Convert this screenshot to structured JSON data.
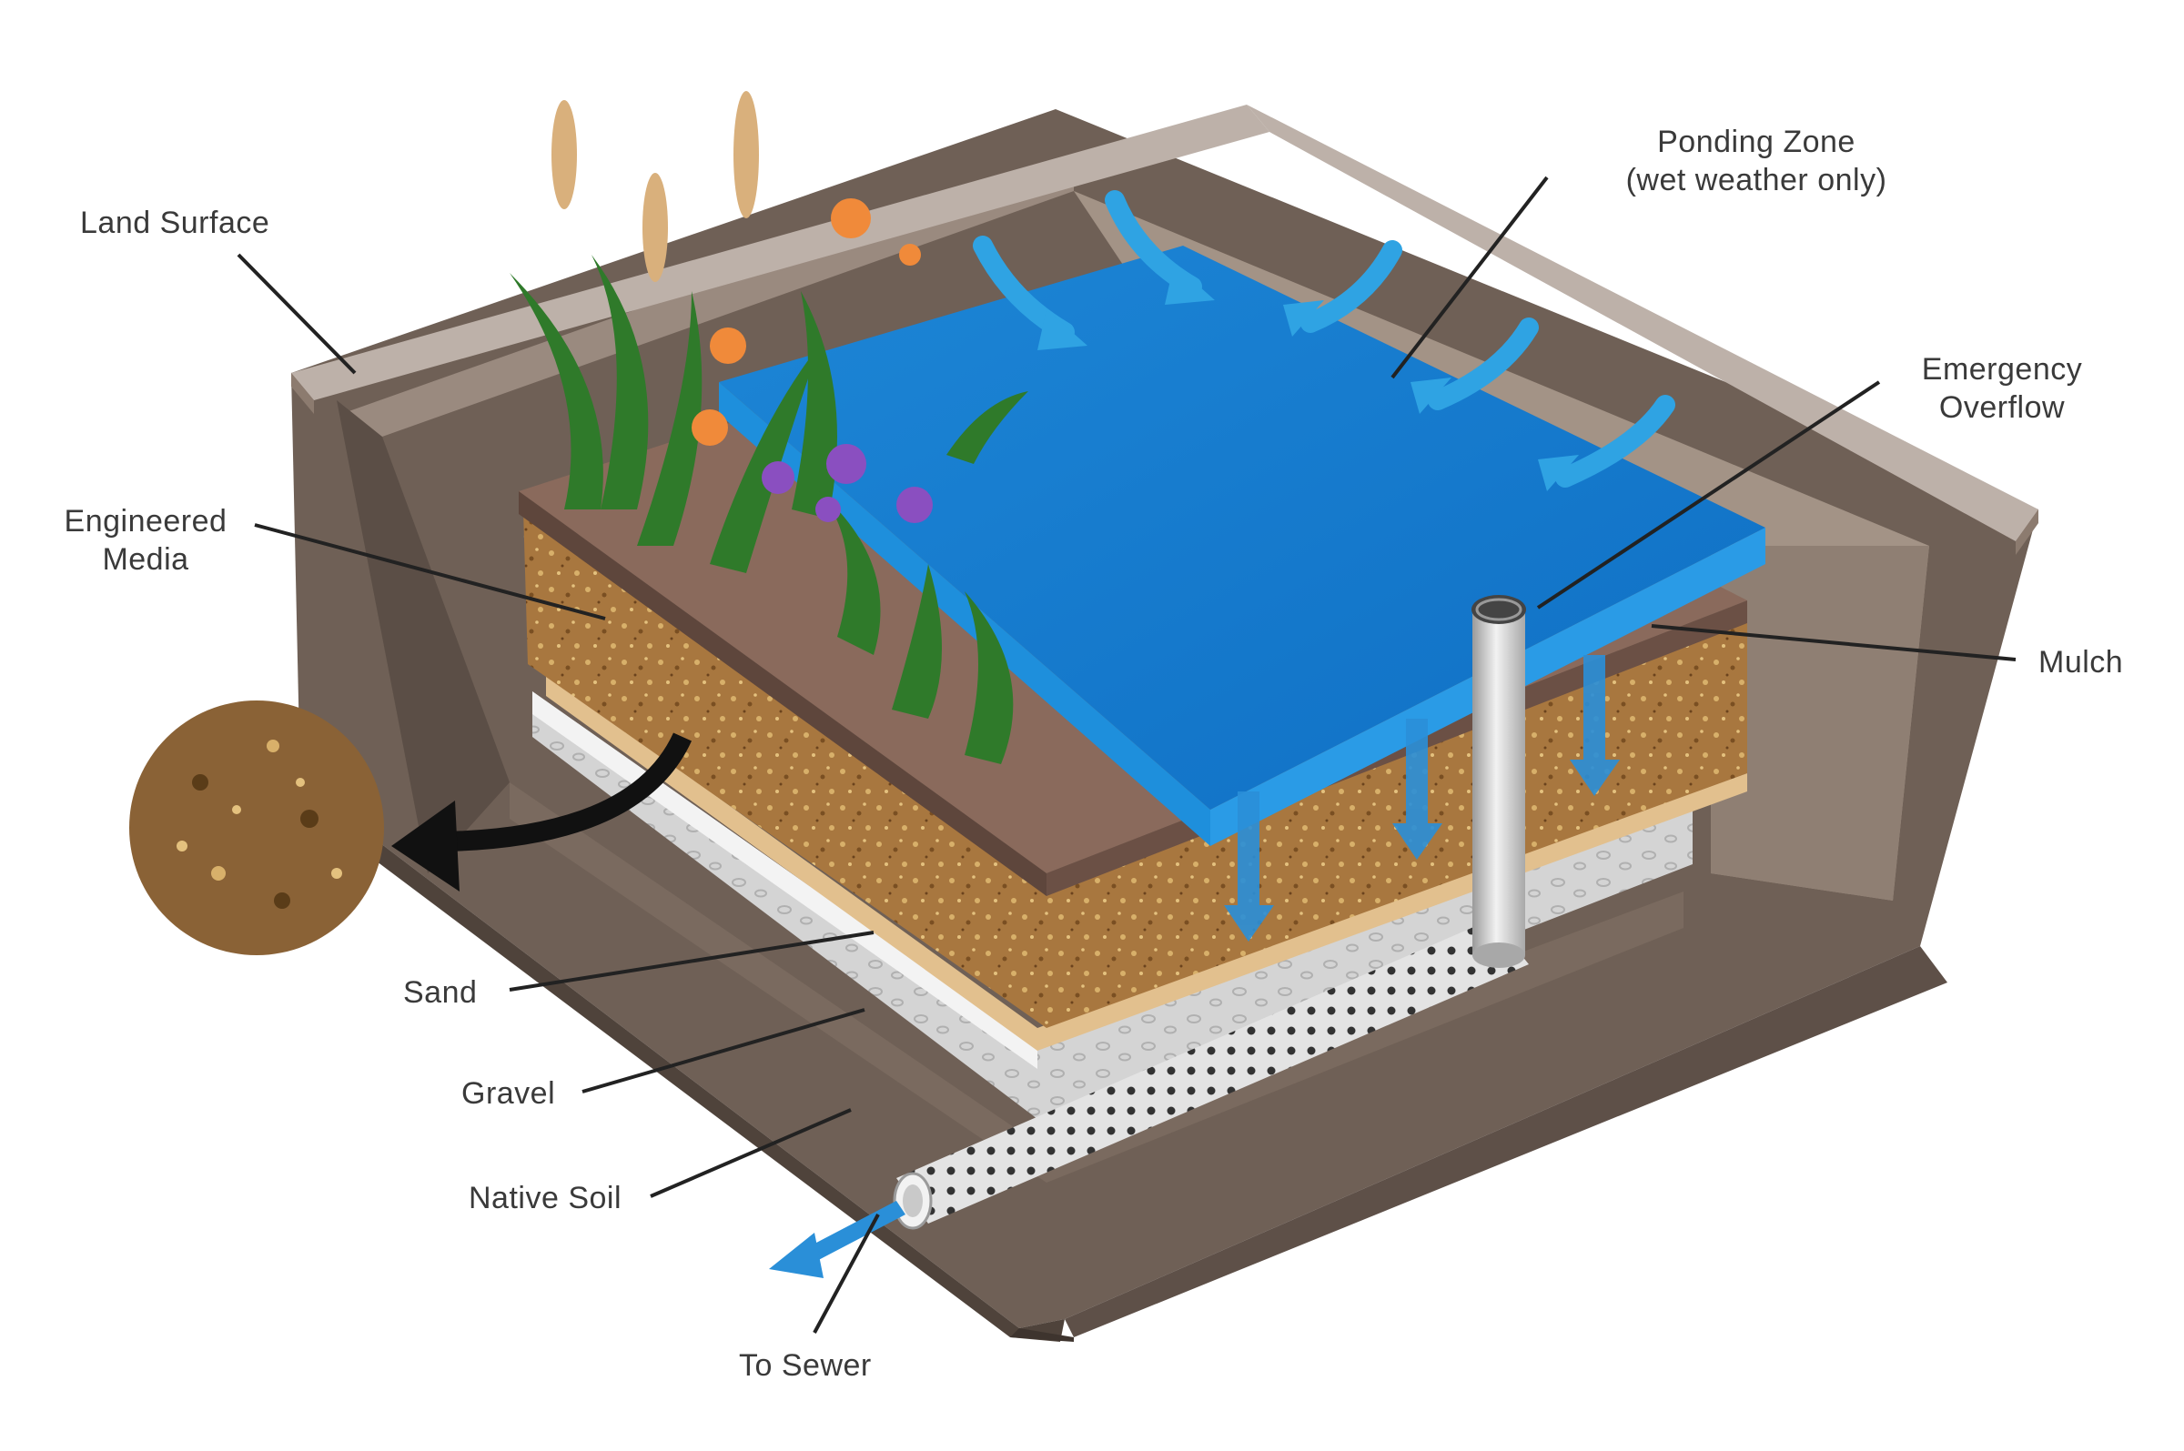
{
  "diagram": {
    "subject": "Bioretention cell cross-section",
    "colors": {
      "background": "#ffffff",
      "ponding_water": "#1680d4",
      "ponding_water_edge": "#2a9be6",
      "flow_arrows": "#2fa3e3",
      "mulch": "#8a6a5c",
      "engineered_media": "#a8773f",
      "sand": "#e2c08e",
      "gravel": "#d6d6d6",
      "native_soil": "#6f6056",
      "land_surface_cap": "#b7aba3",
      "retaining_wall": "#8c7b6f",
      "pipe": "#d9d9d9",
      "leader_line": "#222222",
      "label_text": "#3a3a3a",
      "foliage": "#2f7a2a",
      "orange_flower": "#f08a3a",
      "purple_flower": "#8a4fc0",
      "tan_flower": "#d9b07c"
    },
    "labels": {
      "land_surface": "Land Surface",
      "ponding_zone_line1": "Ponding Zone",
      "ponding_zone_line2": "(wet weather only)",
      "emergency_overflow_line1": "Emergency",
      "emergency_overflow_line2": "Overflow",
      "engineered_media_line1": "Engineered",
      "engineered_media_line2": "Media",
      "mulch": "Mulch",
      "sand": "Sand",
      "gravel": "Gravel",
      "native_soil": "Native Soil",
      "to_sewer": "To Sewer"
    },
    "callouts": {
      "media_detail_magnifier": "engineered media texture detail"
    }
  }
}
